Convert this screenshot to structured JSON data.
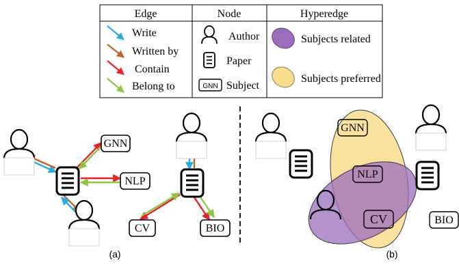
{
  "legend": {
    "headers": {
      "edge": "Edge",
      "node": "Node",
      "hyperedge": "Hyperedge"
    },
    "edges": [
      {
        "label": "Write",
        "color": "#29abe2"
      },
      {
        "label": "Written by",
        "color": "#c0642a"
      },
      {
        "label": "Contain",
        "color": "#e8202a"
      },
      {
        "label": "Belong to",
        "color": "#8cc63f"
      }
    ],
    "nodes": [
      {
        "label": "Author",
        "icon": "person-icon"
      },
      {
        "label": "Paper",
        "icon": "paper-icon"
      },
      {
        "label": "Subject",
        "tag": "GNN",
        "icon": "subject-tag"
      }
    ],
    "hyperedges": [
      {
        "label": "Subjects related",
        "color": "#9b6dbd"
      },
      {
        "label": "Subjects preferred",
        "color": "#f8dc8f"
      }
    ]
  },
  "panel_a": {
    "caption": "(a)",
    "subjects": {
      "gnn": "GNN",
      "nlp": "NLP",
      "cv": "CV",
      "bio": "BIO"
    }
  },
  "panel_b": {
    "caption": "(b)",
    "subjects": {
      "gnn": "GNN",
      "nlp": "NLP",
      "cv": "CV",
      "bio": "BIO"
    }
  }
}
